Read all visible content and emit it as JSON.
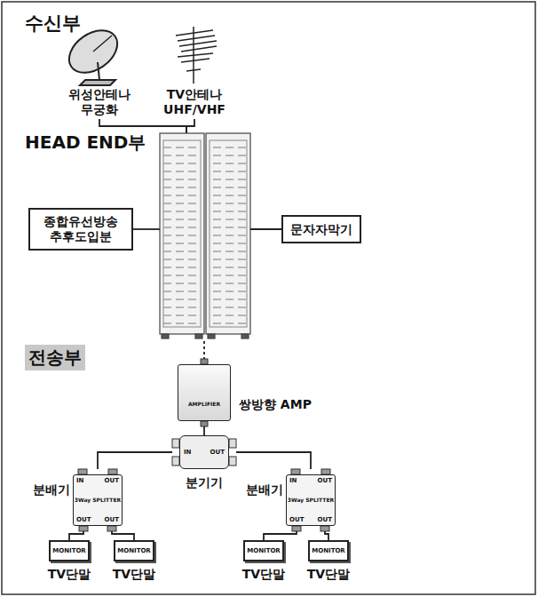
{
  "diagram": {
    "nodes": [
      {
        "text": [
          "위성안테나 무궁화"
        ]
      },
      {
        "text": [
          "TV안테나 UHF/VHF"
        ]
      },
      {
        "text": [
          "HEAD END부"
        ]
      },
      {
        "text": [
          "종합유선방송 추후도입분"
        ]
      },
      {
        "text": [
          "문자자막기"
        ]
      },
      {
        "text": [
          "쌍방향 AMP",
          "AMPLIFIER"
        ]
      },
      {
        "text": [
          "분기기",
          "IN",
          "OUT"
        ]
      },
      {
        "text": [
          "분배기",
          "IN",
          "OUT",
          "3Way SPLITTER",
          "OUT",
          "OUT"
        ]
      },
      {
        "text": [
          "분배기",
          "IN",
          "OUT",
          "3Way SPLITTER",
          "OUT",
          "OUT"
        ]
      },
      {
        "text": [
          "MONITOR",
          "TV단말"
        ]
      },
      {
        "text": [
          "MONITOR",
          "TV단말"
        ]
      },
      {
        "text": [
          "MONITOR",
          "TV단말"
        ]
      },
      {
        "text": [
          "MONITOR",
          "TV단말"
        ]
      }
    ],
    "edges": [
      {
        "from": 0,
        "to": 2,
        "arrow": "none"
      },
      {
        "from": 1,
        "to": 2,
        "arrow": "none"
      },
      {
        "from": 2,
        "to": 3,
        "arrow": "none"
      },
      {
        "from": 2,
        "to": 4,
        "arrow": "none"
      },
      {
        "from": 2,
        "to": 5,
        "arrow": "none"
      },
      {
        "from": 5,
        "to": 6,
        "arrow": "none"
      },
      {
        "from": 6,
        "to": 7,
        "arrow": "none"
      },
      {
        "from": 6,
        "to": 8,
        "arrow": "none"
      },
      {
        "from": 7,
        "to": 9,
        "arrow": "none"
      },
      {
        "from": 7,
        "to": 10,
        "arrow": "none"
      },
      {
        "from": 8,
        "to": 11,
        "arrow": "none"
      },
      {
        "from": 8,
        "to": 12,
        "arrow": "none"
      }
    ],
    "labels": [
      "수신부",
      "전송부"
    ]
  }
}
